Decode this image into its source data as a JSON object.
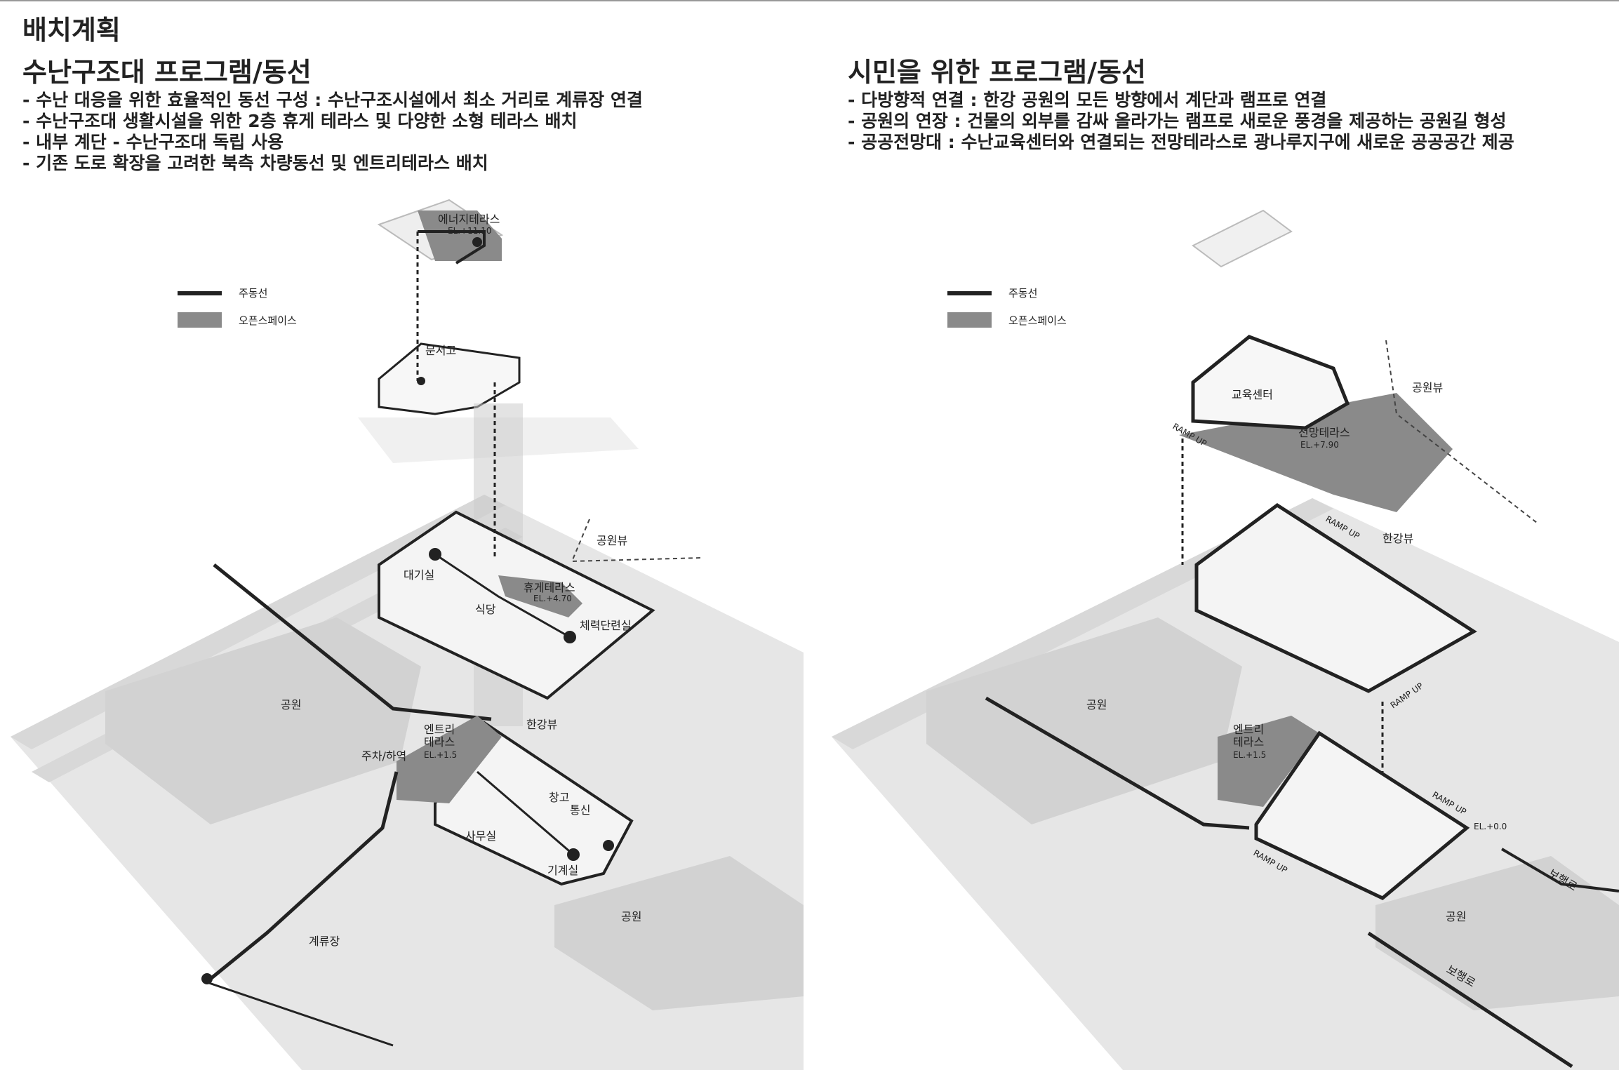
{
  "page_title": "배치계획",
  "left": {
    "title": "수난구조대 프로그램/동선",
    "bullets": [
      "- 수난 대응을 위한 효율적인 동선 구성 : 수난구조시설에서 최소 거리로 계류장 연결",
      "- 수난구조대 생활시설을 위한 2층 휴게 테라스 및 다양한 소형 테라스 배치",
      "- 내부 계단 - 수난구조대 독립 사용",
      "- 기존 도로 확장을 고려한 북측 차량동선 및 엔트리테라스 배치"
    ],
    "legend": {
      "main_line": "주동선",
      "open_space": "오픈스페이스"
    },
    "labels": {
      "energy_terrace": "에너지테라스",
      "energy_terrace_el": "EL.+11.10",
      "archive": "문서고",
      "park_view": "공원뷰",
      "waiting_room": "대기실",
      "rest_terrace": "휴게테라스",
      "rest_terrace_el": "EL.+4.70",
      "cafeteria": "식당",
      "gym": "체력단련실",
      "park_west": "공원",
      "han_river_view": "한강뷰",
      "entry_terrace": "엔트리",
      "entry_terrace_2": "테라스",
      "entry_terrace_el": "EL.+1.5",
      "parking": "주차/하역",
      "storage": "창고",
      "comms": "통신",
      "office": "사무실",
      "machine_room": "기계실",
      "park_east": "공원",
      "mooring": "계류장"
    }
  },
  "right": {
    "title": "시민을 위한 프로그램/동선",
    "bullets": [
      "- 다방향적 연결 : 한강 공원의 모든 방향에서 계단과 램프로 연결",
      "- 공원의 연장 : 건물의 외부를 감싸 올라가는 램프로 새로운 풍경을 제공하는 공원길 형성",
      "- 공공전망대 : 수난교육센터와 연결되는 전망테라스로 광나루지구에 새로운 공공공간 제공"
    ],
    "legend": {
      "main_line": "주동선",
      "open_space": "오픈스페이스"
    },
    "labels": {
      "edu_center": "교육센터",
      "park_view": "공원뷰",
      "observation_terrace": "전망테라스",
      "observation_terrace_el": "EL.+7.90",
      "ramp_up_1": "RAMP UP",
      "ramp_up_2": "RAMP UP",
      "ramp_up_3": "RAMP UP",
      "ramp_up_4": "RAMP UP",
      "ramp_up_5": "RAMP UP",
      "han_river_view": "한강뷰",
      "park_west": "공원",
      "entry_terrace": "엔트리",
      "entry_terrace_2": "테라스",
      "entry_terrace_el": "EL.+1.5",
      "ground_el": "EL.+0.0",
      "walkway_1": "보행로",
      "walkway_2": "보행로",
      "park_south": "공원"
    }
  },
  "colors": {
    "open_space": "#8a8a8a",
    "main_line": "#222222",
    "ground": "#e6e6e6",
    "ground_dark": "#d4d4d4",
    "floor": "#f4f4f4"
  }
}
